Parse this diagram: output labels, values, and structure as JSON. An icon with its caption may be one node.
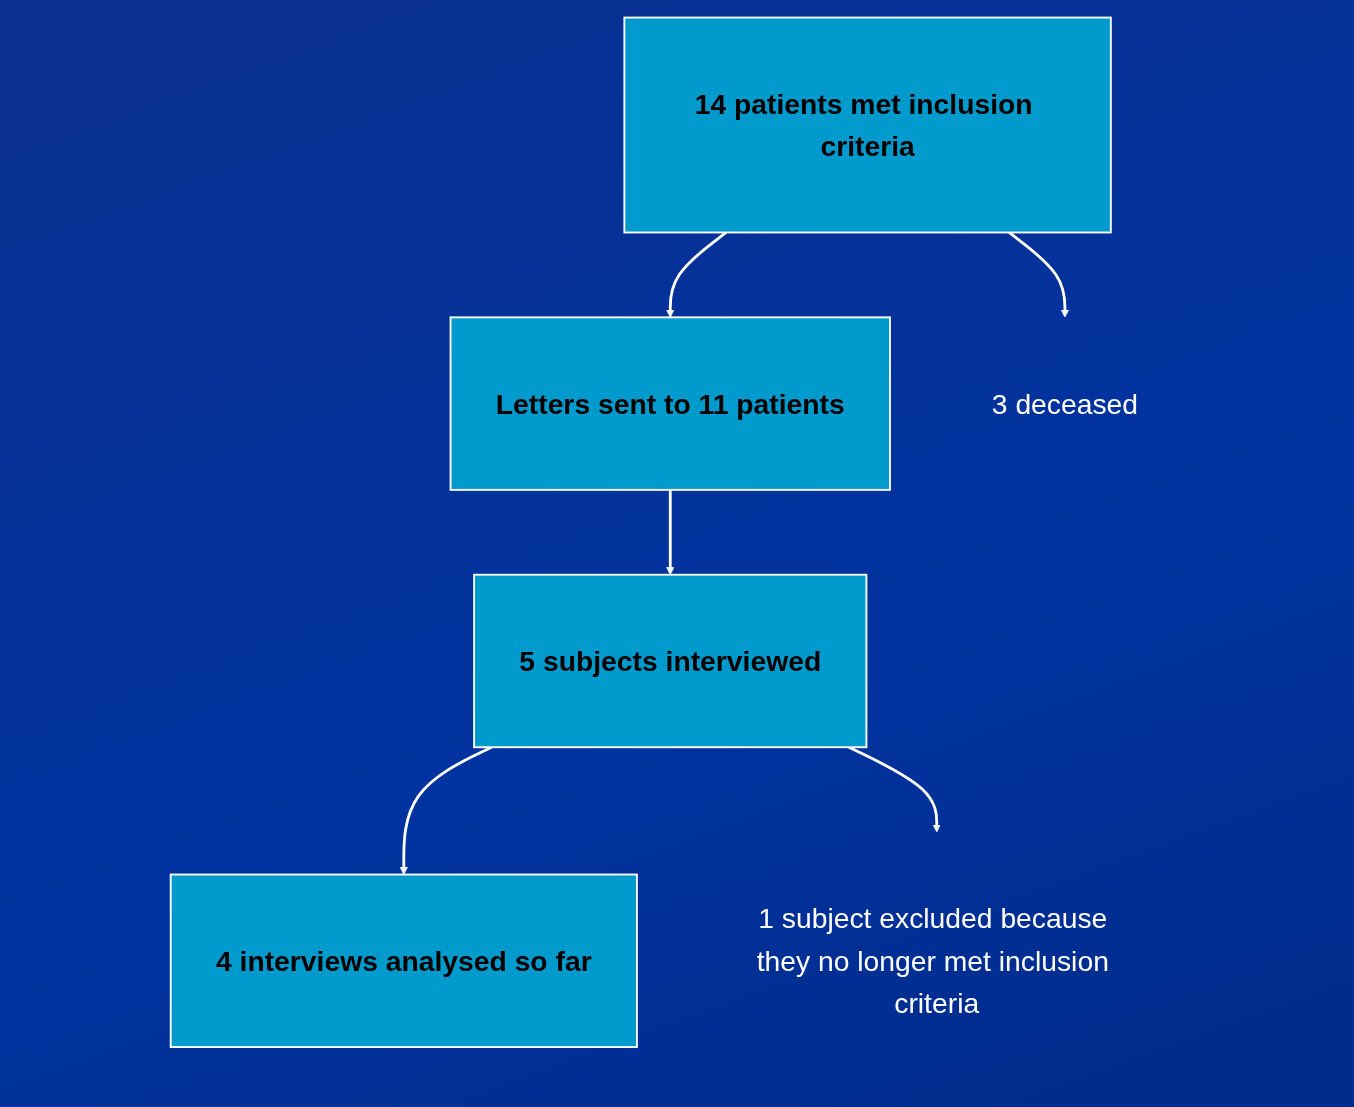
{
  "diagram": {
    "nodes": [
      {
        "text": [
          "14 patients met inclusion criteria"
        ]
      },
      {
        "text": [
          "Letters sent to 11 patients"
        ]
      },
      {
        "text": [
          "5 subjects interviewed"
        ]
      },
      {
        "text": [
          "4 interviews analysed so far"
        ]
      },
      {
        "text": [
          "3 deceased"
        ]
      },
      {
        "text": [
          "1 subject excluded because they no longer met inclusion criteria"
        ]
      }
    ],
    "edges": [
      {
        "from": 0,
        "to": 1,
        "arrow": "to"
      },
      {
        "from": 0,
        "to": 4,
        "arrow": "to"
      },
      {
        "from": 1,
        "to": 2,
        "arrow": "to"
      },
      {
        "from": 2,
        "to": 3,
        "arrow": "to"
      },
      {
        "from": 2,
        "to": 5,
        "arrow": "to"
      }
    ]
  }
}
